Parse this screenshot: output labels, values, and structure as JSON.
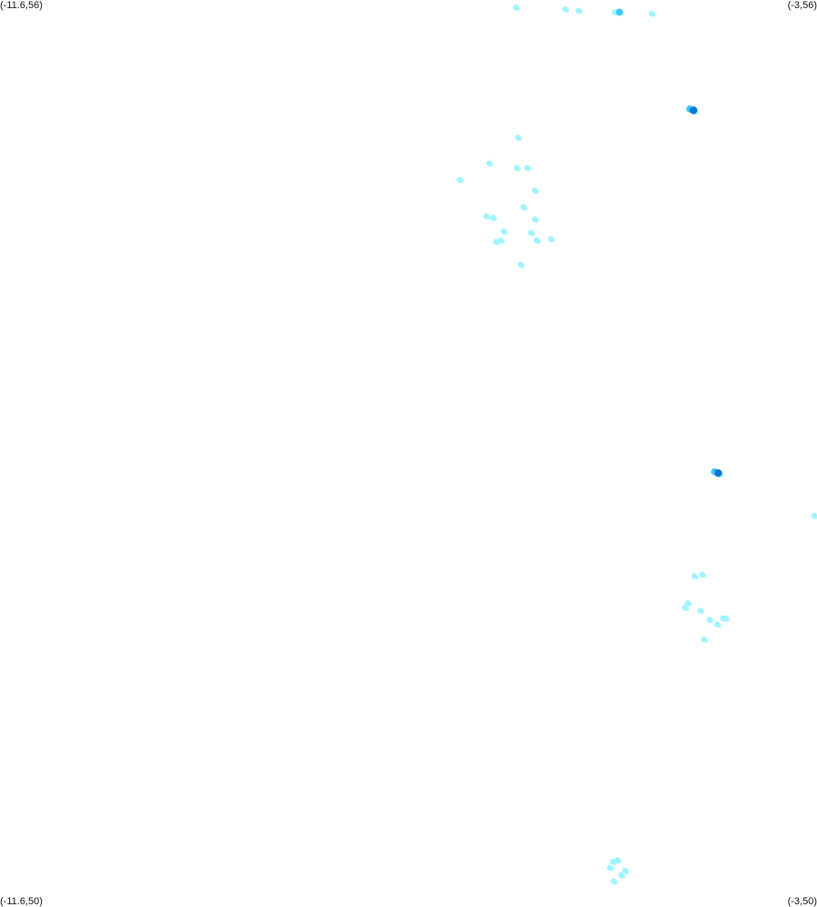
{
  "map": {
    "corners": {
      "top_left": "(-11.6,56)",
      "top_right": "(-3,56)",
      "bottom_left": "(-11.6,50)",
      "bottom_right": "(-3,50)"
    },
    "bounds": {
      "lon_min": -11.6,
      "lon_max": -3,
      "lat_min": 50,
      "lat_max": 56
    },
    "colors": {
      "low": "#9ff5ff",
      "mid": "#3fc6f5",
      "high": "#0a78d8"
    },
    "clusters": [
      {
        "lon": -6.17,
        "lat": 55.95,
        "level": "low"
      },
      {
        "lon": -5.65,
        "lat": 55.94,
        "level": "low"
      },
      {
        "lon": -5.51,
        "lat": 55.93,
        "level": "low"
      },
      {
        "lon": -5.13,
        "lat": 55.92,
        "level": "low"
      },
      {
        "lon": -5.08,
        "lat": 55.92,
        "level": "mid"
      },
      {
        "lon": -4.74,
        "lat": 55.91,
        "level": "low"
      },
      {
        "lon": -4.34,
        "lat": 55.28,
        "level": "mid"
      },
      {
        "lon": -4.3,
        "lat": 55.27,
        "level": "high"
      },
      {
        "lon": -6.15,
        "lat": 55.09,
        "level": "low"
      },
      {
        "lon": -6.45,
        "lat": 54.92,
        "level": "low"
      },
      {
        "lon": -6.16,
        "lat": 54.89,
        "level": "low"
      },
      {
        "lon": -6.05,
        "lat": 54.89,
        "level": "low"
      },
      {
        "lon": -6.76,
        "lat": 54.81,
        "level": "low"
      },
      {
        "lon": -5.97,
        "lat": 54.74,
        "level": "low"
      },
      {
        "lon": -6.09,
        "lat": 54.63,
        "level": "low"
      },
      {
        "lon": -6.48,
        "lat": 54.57,
        "level": "low"
      },
      {
        "lon": -6.41,
        "lat": 54.56,
        "level": "low"
      },
      {
        "lon": -5.97,
        "lat": 54.55,
        "level": "low"
      },
      {
        "lon": -6.01,
        "lat": 54.46,
        "level": "low"
      },
      {
        "lon": -6.3,
        "lat": 54.47,
        "level": "low"
      },
      {
        "lon": -6.33,
        "lat": 54.41,
        "level": "low"
      },
      {
        "lon": -6.38,
        "lat": 54.4,
        "level": "low"
      },
      {
        "lon": -5.95,
        "lat": 54.41,
        "level": "low"
      },
      {
        "lon": -5.8,
        "lat": 54.42,
        "level": "low"
      },
      {
        "lon": -6.12,
        "lat": 54.25,
        "level": "low"
      },
      {
        "lon": -4.08,
        "lat": 52.88,
        "level": "mid"
      },
      {
        "lon": -4.04,
        "lat": 52.87,
        "level": "high"
      },
      {
        "lon": -3.03,
        "lat": 52.59,
        "level": "low"
      },
      {
        "lon": -4.29,
        "lat": 52.19,
        "level": "low"
      },
      {
        "lon": -4.21,
        "lat": 52.2,
        "level": "low"
      },
      {
        "lon": -4.36,
        "lat": 52.01,
        "level": "low"
      },
      {
        "lon": -4.39,
        "lat": 51.98,
        "level": "low"
      },
      {
        "lon": -4.23,
        "lat": 51.96,
        "level": "low"
      },
      {
        "lon": -4.13,
        "lat": 51.9,
        "level": "low"
      },
      {
        "lon": -4.05,
        "lat": 51.87,
        "level": "low"
      },
      {
        "lon": -3.96,
        "lat": 51.91,
        "level": "low"
      },
      {
        "lon": -3.99,
        "lat": 51.91,
        "level": "low"
      },
      {
        "lon": -4.19,
        "lat": 51.77,
        "level": "low"
      },
      {
        "lon": -5.15,
        "lat": 50.3,
        "level": "low"
      },
      {
        "lon": -5.1,
        "lat": 50.31,
        "level": "low"
      },
      {
        "lon": -5.18,
        "lat": 50.26,
        "level": "low"
      },
      {
        "lon": -5.06,
        "lat": 50.21,
        "level": "low"
      },
      {
        "lon": -5.02,
        "lat": 50.24,
        "level": "low"
      },
      {
        "lon": -5.14,
        "lat": 50.17,
        "level": "low"
      }
    ]
  }
}
